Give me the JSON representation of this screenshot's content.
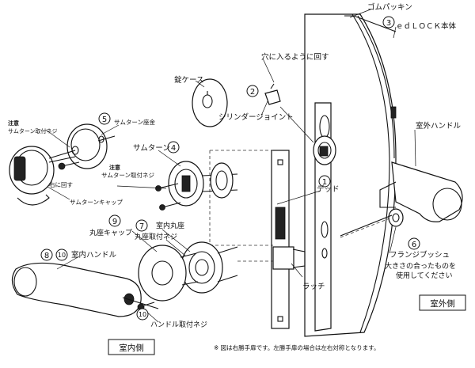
{
  "labels": {
    "gomu_packing": "ゴムパッキン",
    "edlock_body": "ｅｄＬＯＣＫ本体",
    "ana_ni_hairu": "穴に入るように回す",
    "jou_case": "錠ケース",
    "cylinder_joint": "シリンダージョイント",
    "outdoor_handle": "室外ハンドル",
    "thumbturn_base": "サムターン座金",
    "caution1": "注意",
    "thumbturn_screw1": "サムターン取付ネジ",
    "thumbturn": "サムターン",
    "caution2": "注意",
    "thumbturn_screw2": "サムターン取付ネジ",
    "migi_ni_mawasu": "右に回す",
    "thumbturn_cap": "サムターンキャップ",
    "dead": "デッド",
    "marukyap": "丸座キャップ",
    "indoor_marukaza": "室内丸座",
    "marukaza_screw": "丸座取付ネジ",
    "indoor_handle": "室内ハンドル",
    "flange_bush": "フランジブッシュ",
    "flange_note_1": "大きさの合ったものを",
    "flange_note_2": "使用してください",
    "latch": "ラッチ",
    "handle_screw": "ハンドル取付ネジ",
    "outdoor_side": "室外側",
    "indoor_side": "室内側",
    "footnote": "※ 図は右勝手扉です。左勝手扉の場合は左右対称となります。"
  },
  "part_numbers": {
    "n1": "1",
    "n2": "2",
    "n3": "3",
    "n4": "4",
    "n5": "5",
    "n6": "6",
    "n7": "7",
    "n8": "8",
    "n9": "9",
    "n10a": "10",
    "n10b": "10"
  }
}
